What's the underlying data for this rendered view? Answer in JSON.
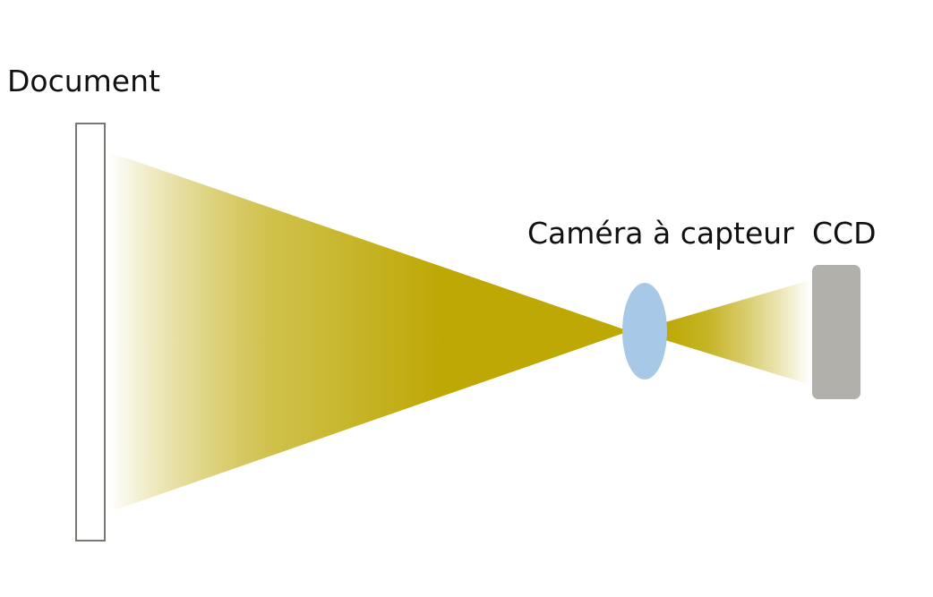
{
  "labels": {
    "document": "Document",
    "camera": "Caméra à capteur",
    "ccd": "CCD"
  },
  "colors": {
    "beam": "#BDA804",
    "beam_fade": "#FFFFFF",
    "document_border": "#7A7670",
    "document_fill": "#FFFFFF",
    "lens": "#A7C8E6",
    "sensor": "#B1B0AA",
    "text": "#111111"
  }
}
